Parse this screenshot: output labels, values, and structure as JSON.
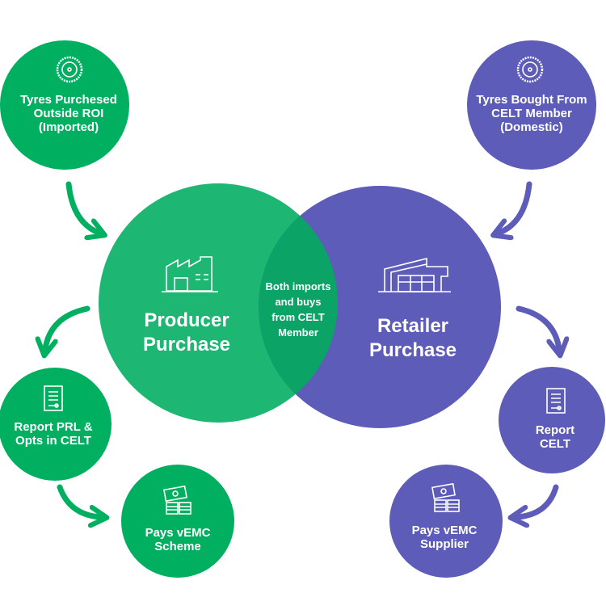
{
  "colors": {
    "green": "#00b060",
    "green_big": "#1db673",
    "overlap": "#0ba366",
    "purple": "#5d5cb8"
  },
  "nodes": {
    "imported": {
      "lines": [
        "Tyres Purchesed",
        "Outside ROI",
        "(Imported)"
      ],
      "icon": "tyre-icon"
    },
    "domestic": {
      "lines": [
        "Tyres Bought From",
        "CELT Member",
        "(Domestic)"
      ],
      "icon": "tyre-icon"
    },
    "producer": {
      "lines": [
        "Producer",
        "Purchase"
      ],
      "icon": "factory-icon"
    },
    "retailer": {
      "lines": [
        "Retailer",
        "Purchase"
      ],
      "icon": "store-icon"
    },
    "overlap": {
      "lines": [
        "Both imports",
        "and buys",
        "from CELT",
        "Member"
      ]
    },
    "report_prl": {
      "lines": [
        "Report PRL &",
        "Opts in CELT"
      ],
      "icon": "document-icon"
    },
    "pays_scheme": {
      "lines": [
        "Pays vEMC",
        "Scheme"
      ],
      "icon": "money-icon"
    },
    "report_celt": {
      "lines": [
        "Report",
        "CELT"
      ],
      "icon": "document-icon"
    },
    "pays_supplier": {
      "lines": [
        "Pays vEMC",
        "Supplier"
      ],
      "icon": "money-icon"
    }
  }
}
